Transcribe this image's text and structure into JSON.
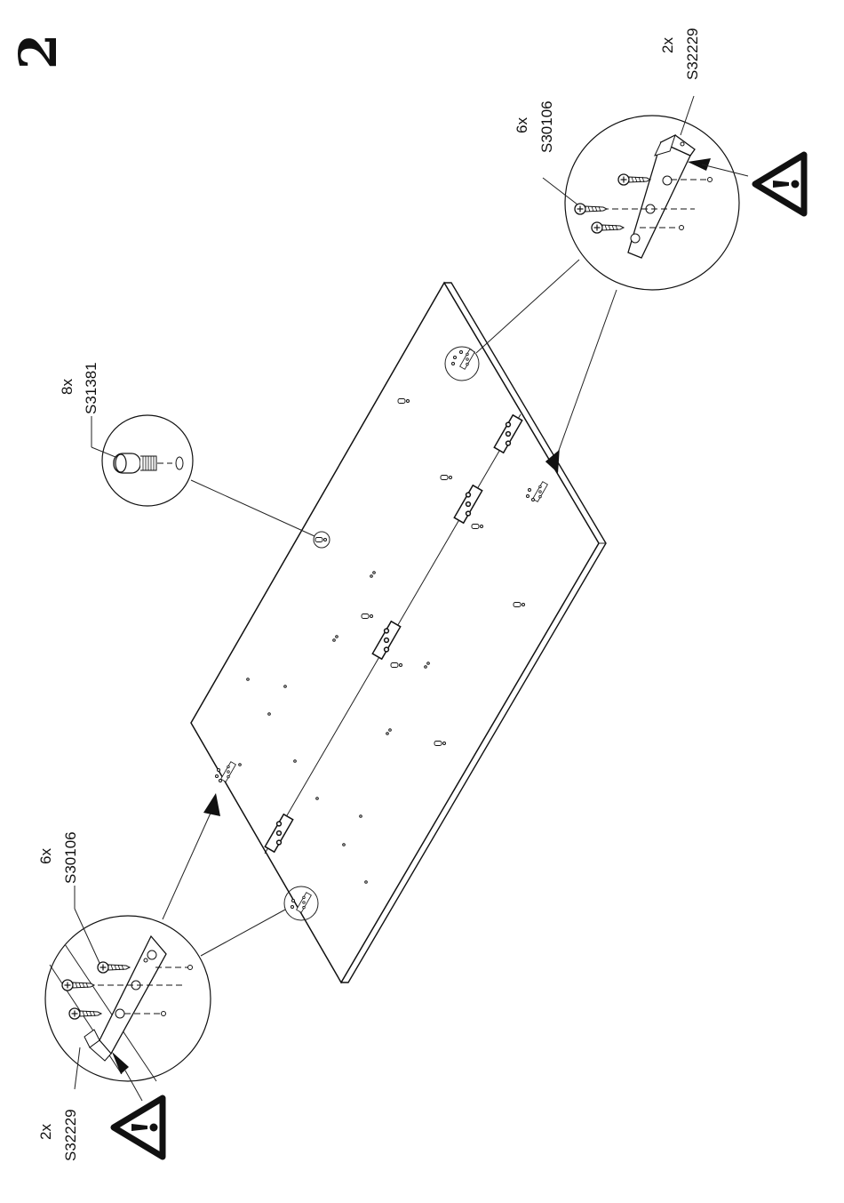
{
  "step": {
    "number": "2"
  },
  "callouts": {
    "bracket_left": {
      "qty": "2x",
      "code": "S32229"
    },
    "screw_left": {
      "qty": "6x",
      "code": "S30106"
    },
    "bracket_right": {
      "qty": "2x",
      "code": "S32229"
    },
    "screw_right": {
      "qty": "6x",
      "code": "S30106"
    },
    "dowel": {
      "qty": "8x",
      "code": "S31381"
    }
  },
  "icons": [
    "warning-icon",
    "bracket",
    "screw",
    "cam-dowel"
  ],
  "colors": {
    "line": "#111111",
    "background": "#ffffff"
  }
}
